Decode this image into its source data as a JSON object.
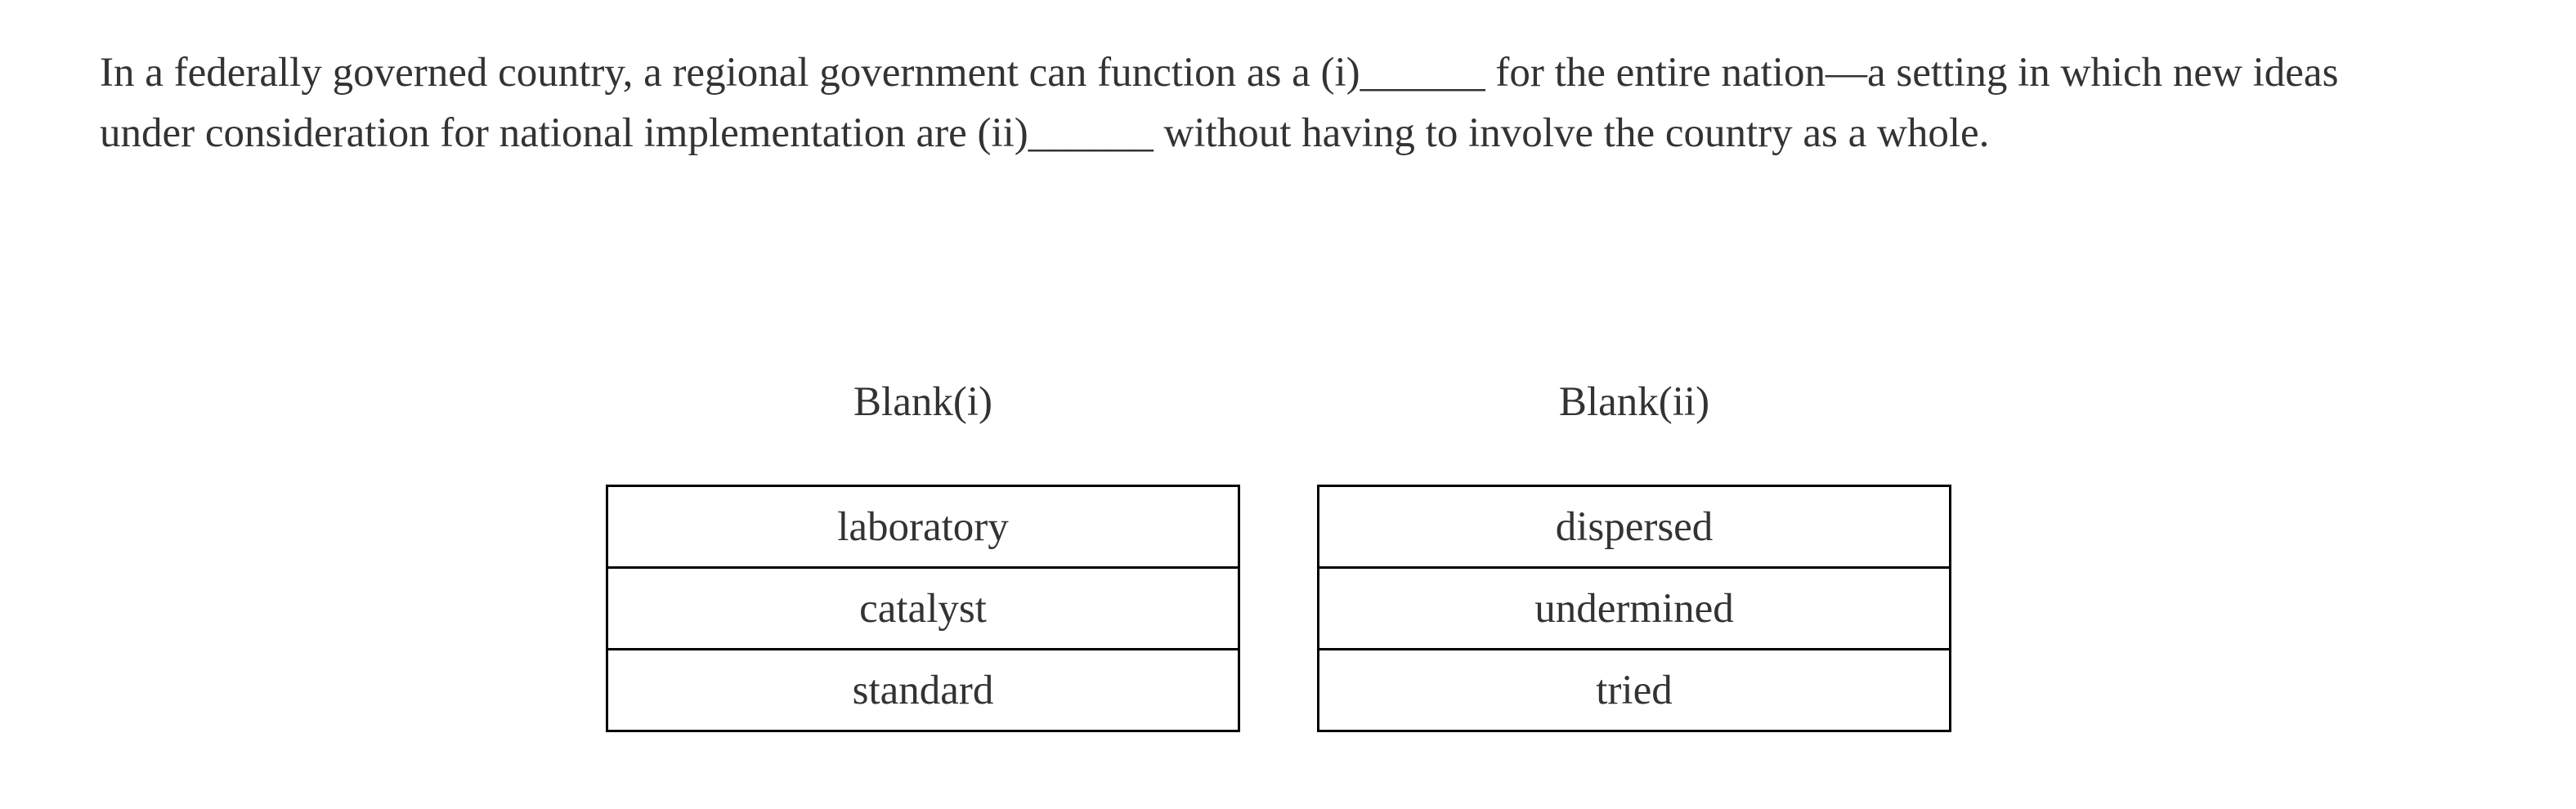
{
  "question": {
    "line1": "In a federally governed country, a regional government can function as a (i)______ for the entire nation—a setting in which new ideas",
    "line2": "under consideration for national implementation are (ii)______ without having to involve the country as a whole."
  },
  "blanks": [
    {
      "label": "Blank(i)",
      "options": [
        "laboratory",
        "catalyst",
        "standard"
      ]
    },
    {
      "label": "Blank(ii)",
      "options": [
        "dispersed",
        "undermined",
        "tried"
      ]
    }
  ],
  "colors": {
    "text": "#333333",
    "border": "#000000",
    "background": "#ffffff"
  }
}
